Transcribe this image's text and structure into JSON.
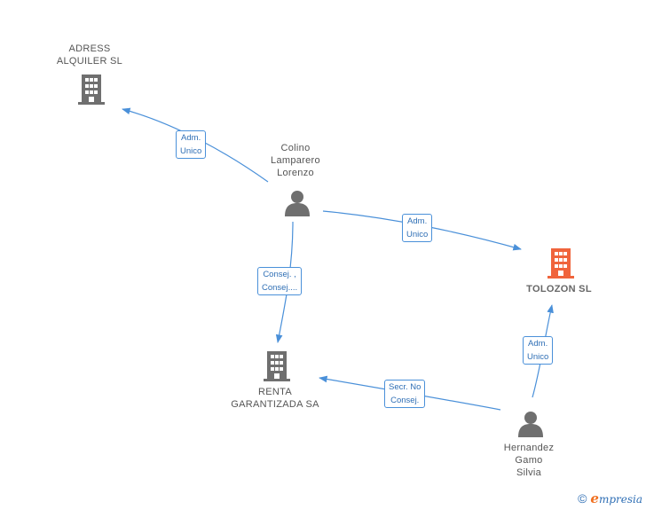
{
  "colors": {
    "edge": "#4a90d9",
    "company": "#6f6f6f",
    "company_main": "#f0643c",
    "person": "#6f6f6f"
  },
  "nodes": {
    "adress": {
      "label": "ADRESS\nALQUILER SL",
      "icon": "building-icon"
    },
    "tolozon": {
      "label": "TOLOZON SL",
      "icon": "building-icon"
    },
    "renta": {
      "label": "RENTA\nGARANTIZADA SA",
      "icon": "building-icon"
    },
    "colino": {
      "label": "Colino\nLamparero\nLorenzo",
      "icon": "person-icon"
    },
    "hernandez": {
      "label": "Hernandez\nGamo\nSilvia",
      "icon": "person-icon"
    }
  },
  "edges": {
    "colino_adress": {
      "label": "Adm.\nUnico"
    },
    "colino_tolozon": {
      "label": "Adm.\nUnico"
    },
    "colino_renta": {
      "label": "Consej. ,\nConsej...."
    },
    "hernandez_renta": {
      "label": "Secr. No\nConsej."
    },
    "hernandez_tolozon": {
      "label": "Adm.\nUnico"
    }
  },
  "footer": {
    "copyright": "©",
    "brand_first": "e",
    "brand_rest": "mpresia"
  }
}
